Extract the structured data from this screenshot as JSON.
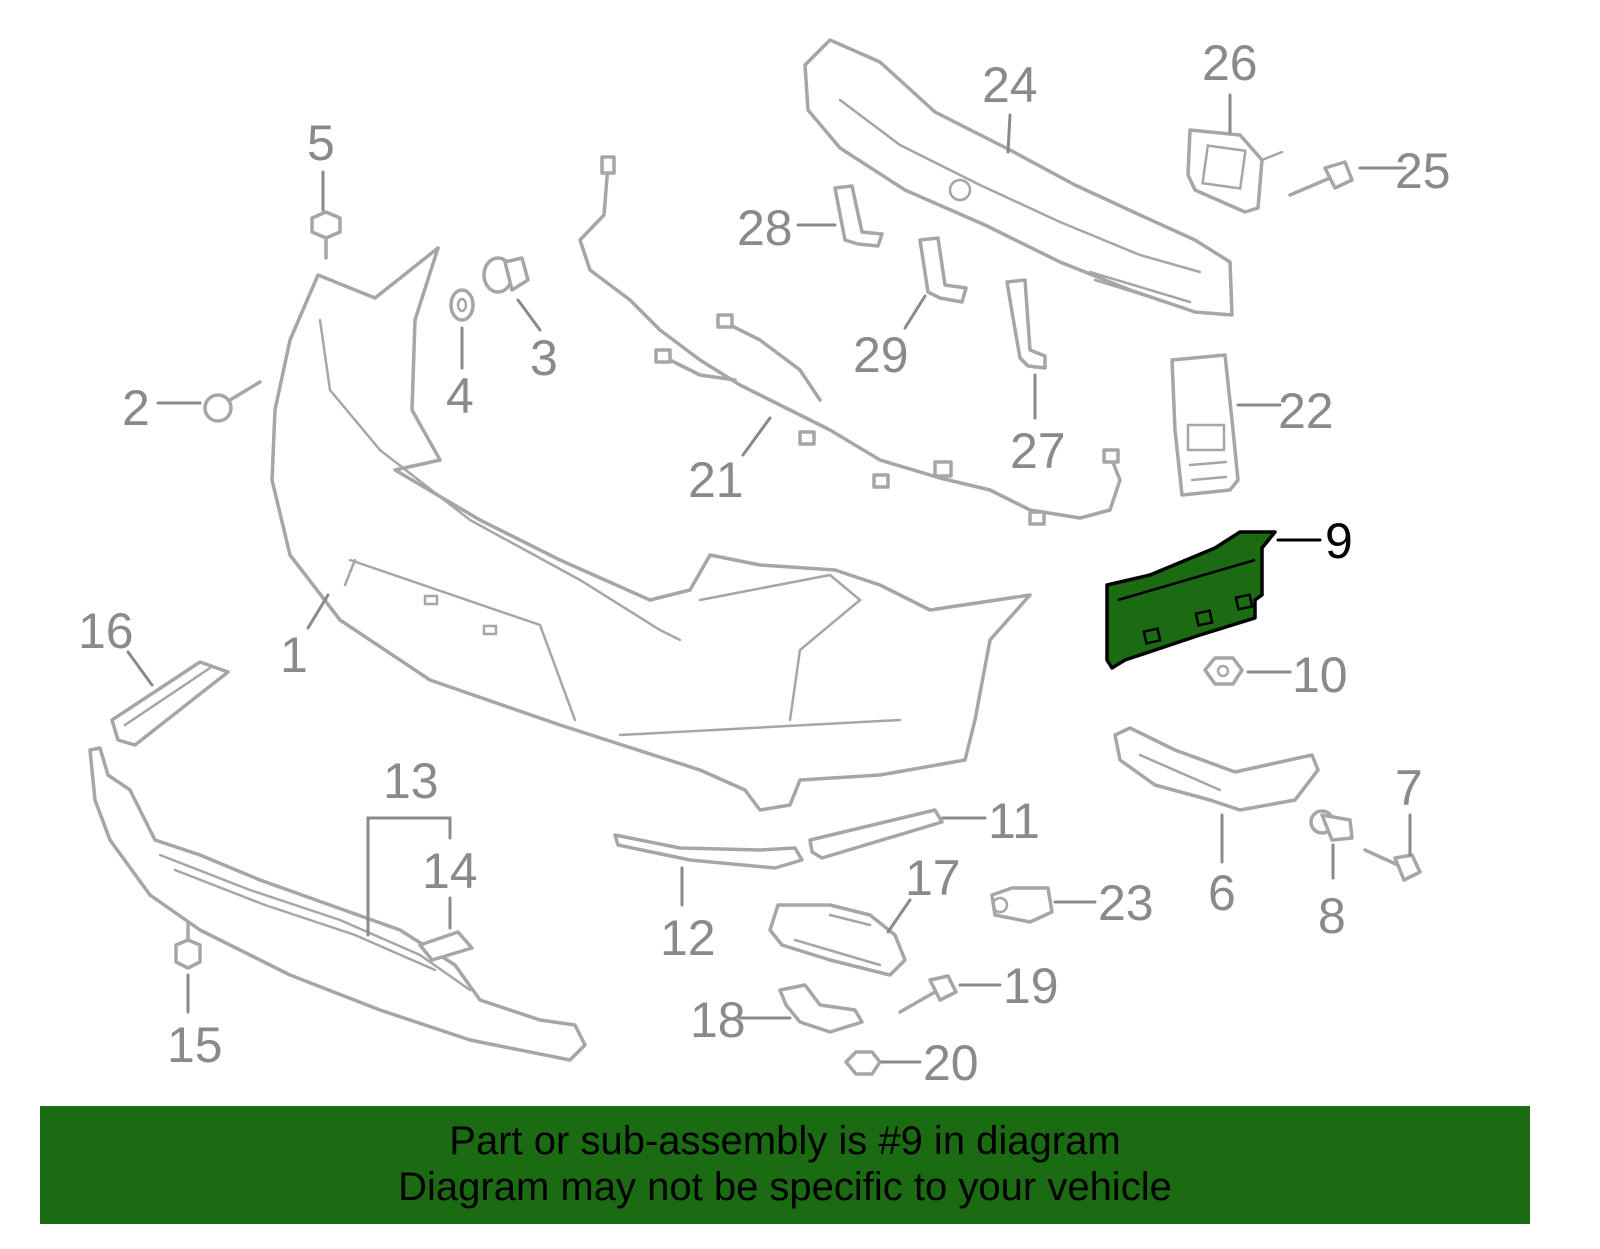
{
  "callouts": {
    "c1": "1",
    "c2": "2",
    "c3": "3",
    "c4": "4",
    "c5": "5",
    "c6": "6",
    "c7": "7",
    "c8": "8",
    "c9": "9",
    "c10": "10",
    "c11": "11",
    "c12": "12",
    "c13": "13",
    "c14": "14",
    "c15": "15",
    "c16": "16",
    "c17": "17",
    "c18": "18",
    "c19": "19",
    "c20": "20",
    "c21": "21",
    "c22": "22",
    "c23": "23",
    "c24": "24",
    "c25": "25",
    "c26": "26",
    "c27": "27",
    "c28": "28",
    "c29": "29"
  },
  "highlight": {
    "part_number": "9",
    "fill_color": "#1a6b12"
  },
  "banner": {
    "line1": "Part or sub-assembly is #9 in diagram",
    "line2": "Diagram may not be specific to your vehicle",
    "background_color": "#1a6b12"
  }
}
